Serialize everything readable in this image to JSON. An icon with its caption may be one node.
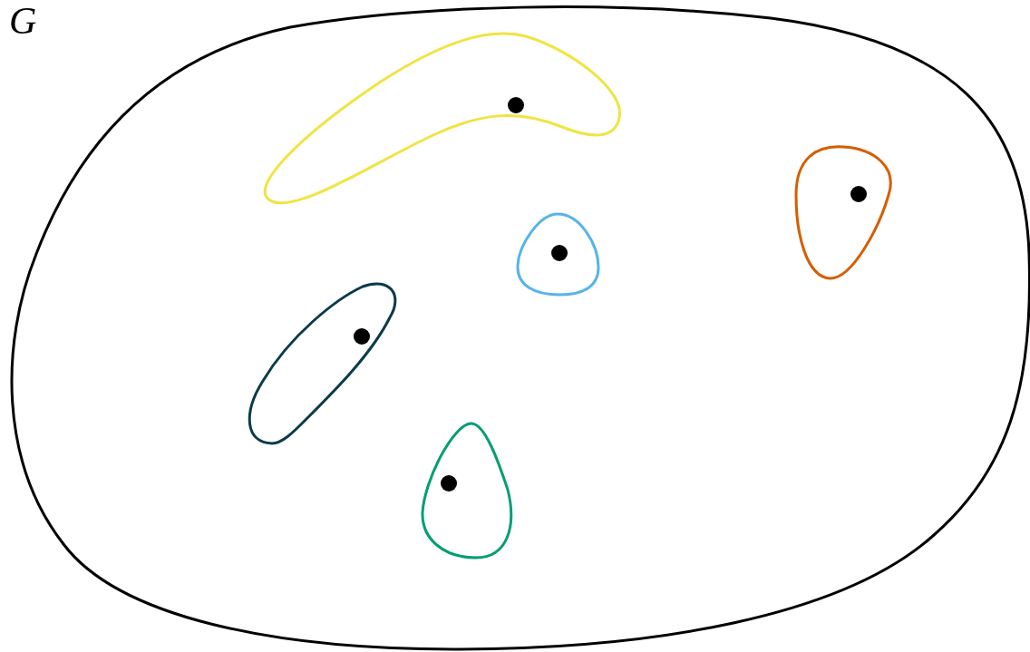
{
  "diagram": {
    "nodes": [
      {
        "text": [
          "G"
        ]
      },
      {
        "text": [],
        "shape": "blob",
        "in": 0
      },
      {
        "text": [],
        "shape": "circle",
        "in": 1
      },
      {
        "text": [],
        "shape": "blob",
        "in": 0
      },
      {
        "text": [],
        "shape": "circle",
        "in": 3
      },
      {
        "text": [],
        "shape": "blob",
        "in": 0
      },
      {
        "text": [],
        "shape": "circle",
        "in": 5
      },
      {
        "text": [],
        "shape": "blob",
        "in": 0
      },
      {
        "text": [],
        "shape": "circle",
        "in": 7
      },
      {
        "text": [],
        "shape": "blob",
        "in": 0
      },
      {
        "text": [],
        "shape": "circle",
        "in": 9
      }
    ]
  }
}
